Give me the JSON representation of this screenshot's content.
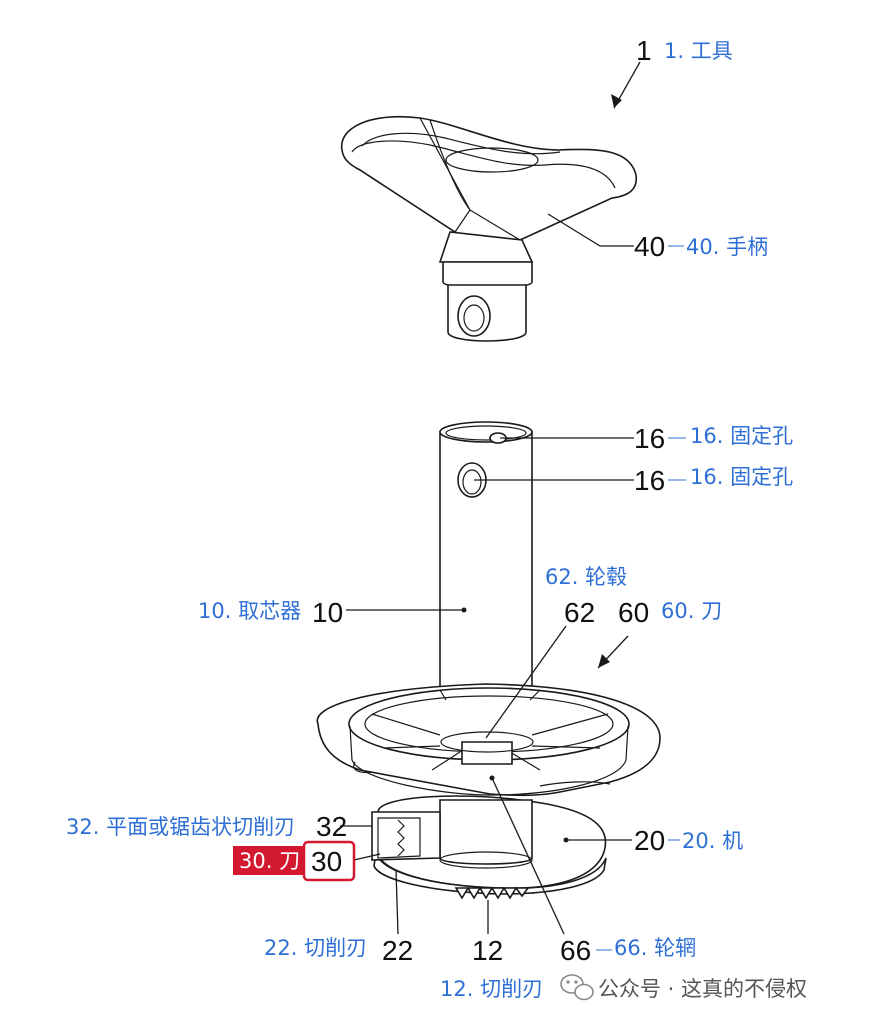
{
  "colors": {
    "label_blue": "#2e6fd6",
    "highlight_red": "#d3192f",
    "line": "#1a1a1a",
    "watermark": "#555555"
  },
  "references": {
    "r1": "1",
    "r40": "40",
    "r16a": "16",
    "r16b": "16",
    "r10": "10",
    "r62": "62",
    "r60": "60",
    "r32": "32",
    "r30": "30",
    "r20": "20",
    "r22": "22",
    "r12": "12",
    "r66": "66"
  },
  "labels": {
    "l1": "1. 工具",
    "l40": "40. 手柄",
    "l16a": "16. 固定孔",
    "l16b": "16. 固定孔",
    "l62": "62. 轮毂",
    "l10": "10. 取芯器",
    "l60": "60. 刀",
    "l32": "32. 平面或锯齿状切削刃",
    "l30": "30. 刀",
    "l20": "20. 机",
    "l22": "22. 切削刃",
    "l66": "66. 轮辋",
    "l12": "12. 切削刃"
  },
  "watermark": {
    "icon": "wechat-icon",
    "text": "公众号 · 这真的不侵权"
  }
}
